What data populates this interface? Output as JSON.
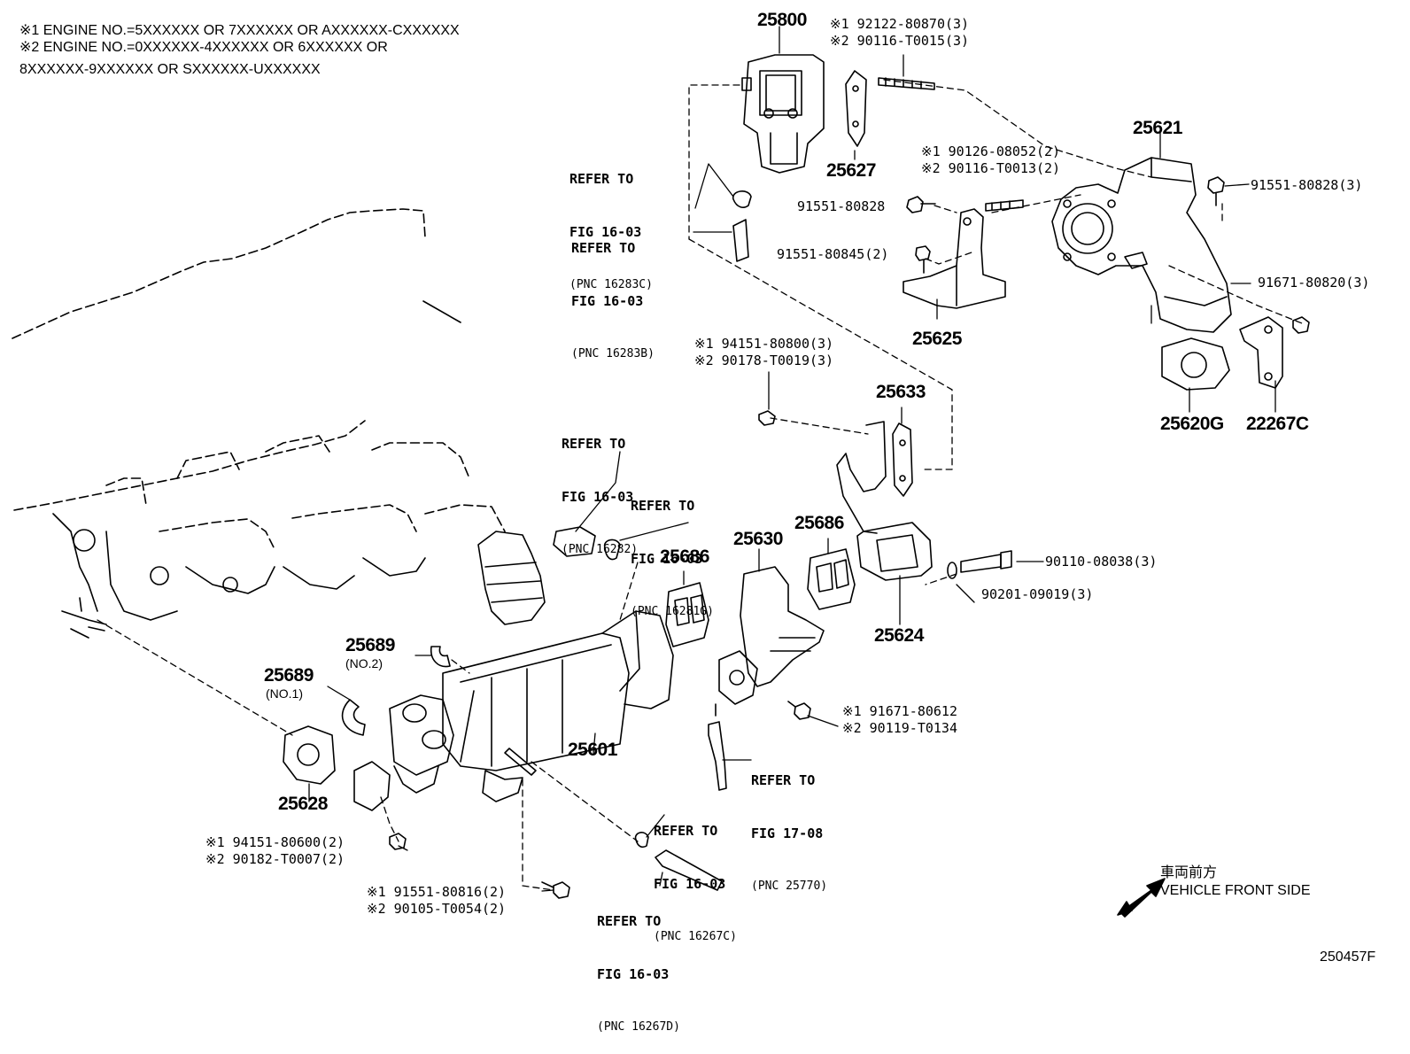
{
  "notes": {
    "note1": "※1 ENGINE NO.=5XXXXXX OR 7XXXXXX OR AXXXXXX-CXXXXXX",
    "note2_line1": "※2 ENGINE NO.=0XXXXXX-4XXXXXX OR 6XXXXXX OR",
    "note2_line2": "8XXXXXX-9XXXXXX OR SXXXXXX-UXXXXXX"
  },
  "parts": {
    "p25800": "25800",
    "p25627": "25627",
    "p25621": "25621",
    "p25625": "25625",
    "p25620G": "25620G",
    "p22267C": "22267C",
    "p25633": "25633",
    "p25686a": "25686",
    "p25686b": "25686",
    "p25630": "25630",
    "p25624": "25624",
    "p25601": "25601",
    "p25689_2": "25689",
    "p25689_2_sub": "(NO.2)",
    "p25689_1": "25689",
    "p25689_1_sub": "(NO.1)",
    "p25628": "25628"
  },
  "fasteners": {
    "stud_1": "※1 92122-80870(3)",
    "stud_2": "※2 90116-T0015(3)",
    "stud2_1": "※1 90126-08052(2)",
    "stud2_2": "※2 90116-T0013(2)",
    "bolt_91551_80828": "91551-80828",
    "bolt_91551_80845": "91551-80845(2)",
    "bolt_91551_80828_3": "91551-80828(3)",
    "bolt_91671_80820": "91671-80820(3)",
    "nut_1": "※1 94151-80800(3)",
    "nut_2": "※2 90178-T0019(3)",
    "bolt_90110": "90110-08038(3)",
    "washer_90201": "90201-09019(3)",
    "bolt_91671_80612_1": "※1 91671-80612",
    "bolt_91671_80612_2": "※2 90119-T0134",
    "nut_lower_1": "※1 94151-80600(2)",
    "nut_lower_2": "※2 90182-T0007(2)",
    "bolt_lower_1": "※1 91551-80816(2)",
    "bolt_lower_2": "※2 90105-T0054(2)"
  },
  "refs": [
    {
      "line1": "REFER TO",
      "line2": "FIG 16-03",
      "line3": "(PNC 16283C)"
    },
    {
      "line1": "REFER TO",
      "line2": "FIG 16-03",
      "line3": "(PNC 16283B)"
    },
    {
      "line1": "REFER TO",
      "line2": "FIG 16-03",
      "line3": "(PNC 16282)"
    },
    {
      "line1": "REFER TO",
      "line2": "FIG 16-03",
      "line3": "(PNC 16281G)"
    },
    {
      "line1": "REFER TO",
      "line2": "FIG 17-08",
      "line3": "(PNC 25770)"
    },
    {
      "line1": "REFER TO",
      "line2": "FIG 16-03",
      "line3": "(PNC 16267C)"
    },
    {
      "line1": "REFER TO",
      "line2": "FIG 16-03",
      "line3": "(PNC 16267D)"
    }
  ],
  "direction": {
    "japanese": "車両前方",
    "english": "VEHICLE FRONT SIDE"
  },
  "figure_id": "250457F"
}
